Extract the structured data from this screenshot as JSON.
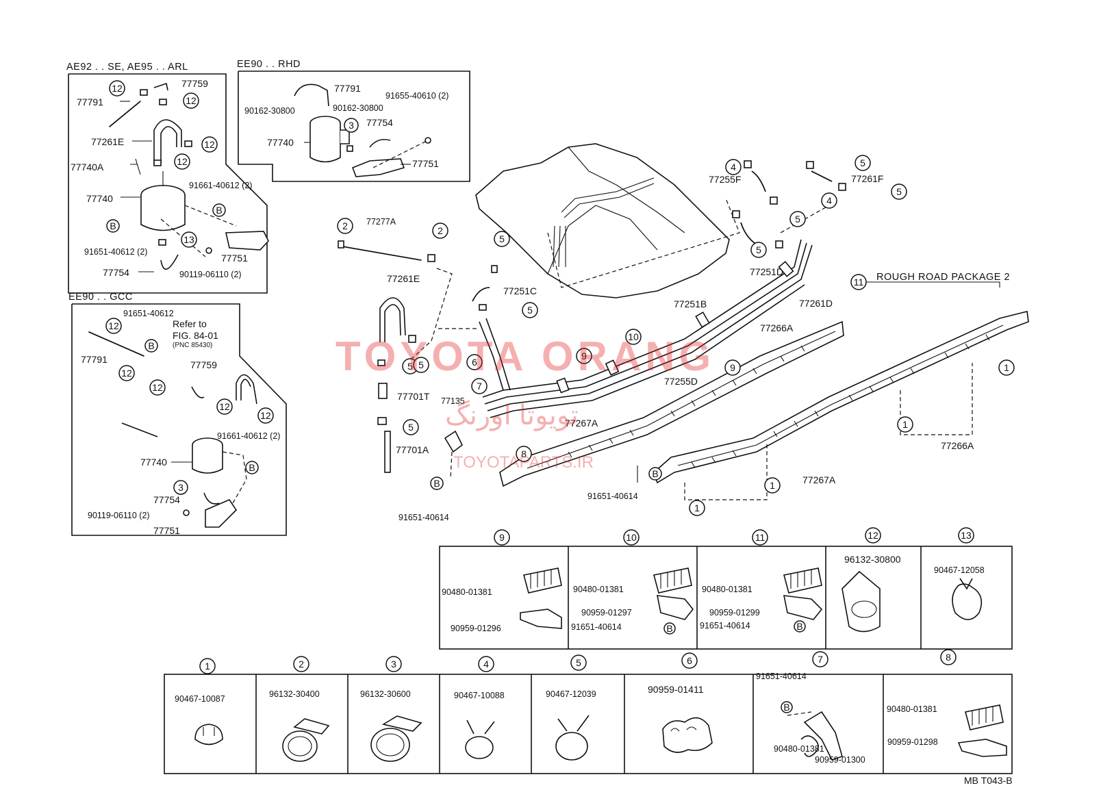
{
  "sections": {
    "ae92_title": "AE92 . . SE, AE95 . . ARL",
    "ee90_rhd_title": "EE90 . . RHD",
    "ee90_gcc_title": "EE90 . . GCC",
    "rough_road_title": "ROUGH ROAD PACKAGE 2"
  },
  "ae92": {
    "p77759": "77759",
    "p77791": "77791",
    "p77261e": "77261E",
    "p77740a": "77740A",
    "p77740": "77740",
    "p91661": "91661-40612 (2)",
    "p91651": "91651-40612 (2)",
    "p77751": "77751",
    "p77754": "77754",
    "p90119": "90119-06110 (2)"
  },
  "rhd": {
    "p77791": "77791",
    "p90162a": "90162-30800",
    "p90162b": "90162-30800",
    "p91655": "91655-40610 (2)",
    "p77754": "77754",
    "p77740": "77740",
    "p77751": "77751"
  },
  "gcc": {
    "p91651": "91651-40612",
    "refer1": "Refer to",
    "refer2": "FIG. 84-01",
    "refer3": "(PNC 85430)",
    "p77791": "77791",
    "p77759": "77759",
    "p91661": "91661-40612 (2)",
    "p77740": "77740",
    "p77754": "77754",
    "p90119": "90119-06110 (2)",
    "p77751": "77751"
  },
  "main": {
    "p77277a": "77277A",
    "p77261e": "77261E",
    "p77251c": "77251C",
    "p77701t": "77701T",
    "p77135": "77135",
    "p77701a": "77701A",
    "p91651a": "91651-40614",
    "p77255f": "77255F",
    "p77261f": "77261F",
    "p77251d": "77251D",
    "p77251b": "77251B",
    "p77261d": "77261D",
    "p77266a": "77266A",
    "p77255d": "77255D",
    "p77267a": "77267A",
    "p91651b": "91651-40614",
    "p77267a_r": "77267A",
    "p77266a_r": "77266A"
  },
  "clamps_row1": {
    "c9a": "90480-01381",
    "c9b": "90959-01296",
    "c10a": "90480-01381",
    "c10b": "90959-01297",
    "c10c": "91651-40614",
    "c11a": "90480-01381",
    "c11b": "90959-01299",
    "c11c": "91651-40614",
    "c12": "96132-30800",
    "c13": "90467-12058"
  },
  "clamps_row2": {
    "c1": "90467-10087",
    "c2": "96132-30400",
    "c3": "96132-30600",
    "c4": "90467-10088",
    "c5": "90467-12039",
    "c6": "90959-01411",
    "c7a": "91651-40614",
    "c7b": "90480-01381",
    "c7c": "90959-01300",
    "c8a": "90480-01381",
    "c8b": "90959-01298"
  },
  "watermark": {
    "main": "TOYOTA ORANG",
    "arabic": "تویوتا اورنگ",
    "site": "TOYOTAPARTS.IR"
  },
  "footer_code": "MB  T043-B",
  "callout_letter": "B"
}
